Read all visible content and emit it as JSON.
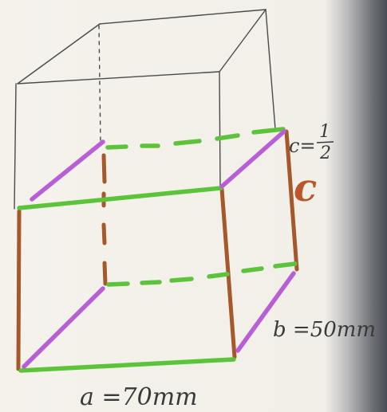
{
  "labels": {
    "c_fraction_prefix": "c=",
    "c_fraction_num": "1",
    "c_fraction_den": "2",
    "c_edge": "c",
    "b_edge": "b =50mm",
    "a_edge": "a =70mm"
  },
  "colors": {
    "pencil": "#4a4a4a",
    "green": "#5cc43a",
    "purple": "#b85fd6",
    "brown": "#a5582a"
  }
}
